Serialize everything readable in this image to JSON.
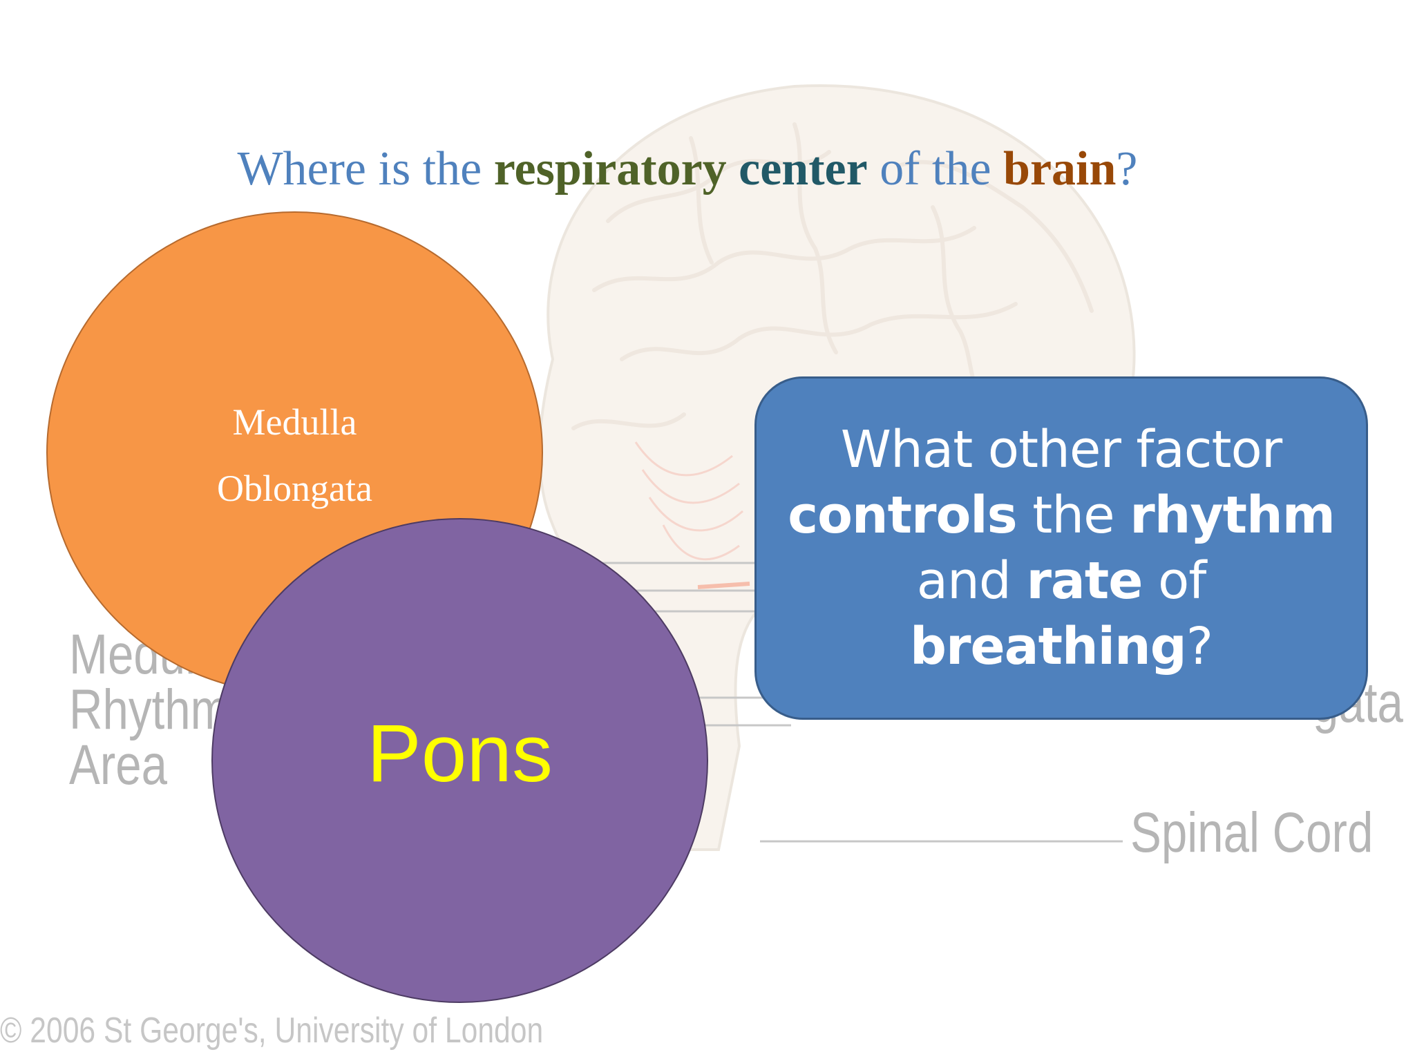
{
  "title": {
    "part1": "Where is the ",
    "part2": "respiratory",
    "part3": " ",
    "part4": "center",
    "part5": " of the ",
    "part6": "brain",
    "part7": "?"
  },
  "circles": {
    "medulla": {
      "line1": "Medulla",
      "line2": "Oblongata"
    },
    "pons": {
      "label": "Pons"
    }
  },
  "question": {
    "s1": "What other factor",
    "s2": "controls",
    "s3": " the ",
    "s4": "rhythm",
    "s5": "and ",
    "s6": "rate",
    "s7": " of",
    "s8": "breathing",
    "s9": "?"
  },
  "background_image": {
    "label_medulla_rhythmic_1": "Medull",
    "label_medulla_rhythmic_2": "Rhythmic",
    "label_medulla_rhythmic_3": "Area",
    "label_oblongata_fragment": "gata",
    "label_spinal_cord": "Spinal Cord",
    "copyright": "© 2006 St George's, University of London"
  },
  "colors": {
    "title_plain": "#4f81bd",
    "title_respiratory": "#4f6228",
    "title_center": "#215967",
    "title_brain": "#984807",
    "medulla_circle": "#f79646",
    "pons_circle": "#8064a2",
    "pons_text": "#ffff00",
    "question_box": "#4f81bd"
  }
}
